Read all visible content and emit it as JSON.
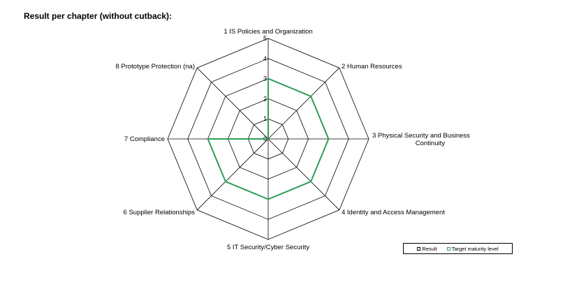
{
  "page": {
    "title": "Result per chapter (without cutback):"
  },
  "chart_data": {
    "type": "radar",
    "categories": [
      "1 IS Policies and Organization",
      "2 Human Resources",
      "3 Physical Security and Business Continuity",
      "4 Identity and Access Management",
      "5 IT Security/Cyber Security",
      "6 Supplier Relationships",
      "7 Compliance",
      "8 Prototype Protection (na)"
    ],
    "rlim": [
      0,
      5
    ],
    "ticks": [
      "0",
      "1",
      "2",
      "3",
      "4",
      "5"
    ],
    "grid": true,
    "legend_position": "bottom-right",
    "series": [
      {
        "name": "Result",
        "values": [
          0,
          0,
          0,
          0,
          0,
          0,
          0,
          0
        ],
        "color": "#000000"
      },
      {
        "name": "Target maturity level",
        "values": [
          3,
          3,
          3,
          3,
          3,
          3,
          3,
          0
        ],
        "color": "#2e9e5b"
      }
    ]
  }
}
